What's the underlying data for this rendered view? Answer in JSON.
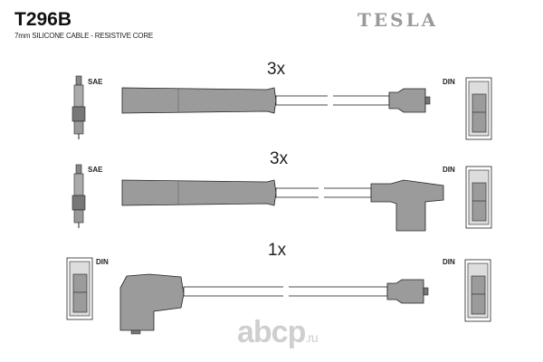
{
  "header": {
    "part_number": "T296B",
    "description": "7mm SILICONE CABLE - RESISTIVE CORE",
    "brand": "TESLA"
  },
  "cables": [
    {
      "quantity": "3x",
      "left_standard": "SAE",
      "right_standard": "DIN"
    },
    {
      "quantity": "3x",
      "left_standard": "SAE",
      "right_standard": "DIN"
    },
    {
      "quantity": "1x",
      "left_standard": "DIN",
      "right_standard": "DIN"
    }
  ],
  "watermark": {
    "name": "abcp",
    "tld": ".ru"
  },
  "colors": {
    "part_fill": "#9b9b9b",
    "outline": "#222222",
    "logo": "#9a9a9a"
  }
}
